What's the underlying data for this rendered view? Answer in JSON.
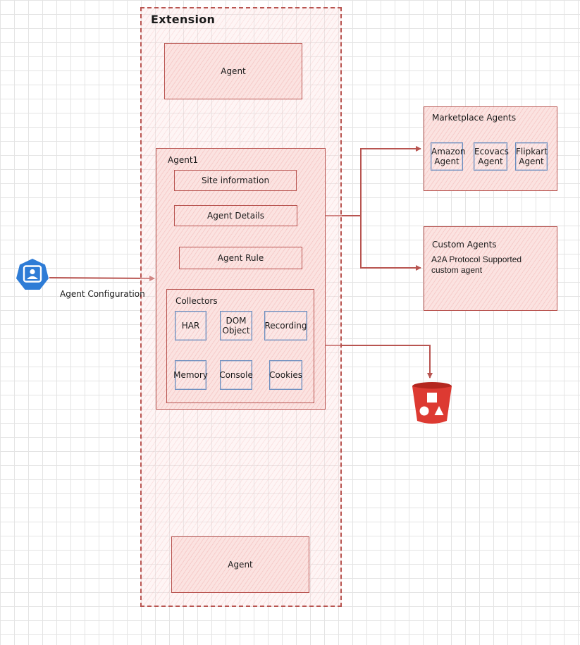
{
  "extension": {
    "title": "Extension"
  },
  "agent_top": {
    "label": "Agent"
  },
  "agent_bottom": {
    "label": "Agent"
  },
  "agent1": {
    "title": "Agent1",
    "site_information": "Site information",
    "agent_details": "Agent Details",
    "agent_rule": "Agent Rule",
    "collectors": {
      "title": "Collectors",
      "items": [
        "HAR",
        "DOM Object",
        "Recording",
        "Memory",
        "Console",
        "Cookies"
      ]
    }
  },
  "agent_configuration": {
    "label": "Agent Configuration",
    "icon": "user-profile-icon"
  },
  "marketplace": {
    "title": "Marketplace Agents",
    "items": [
      "Amazon Agent",
      "Ecovacs Agent",
      "Flipkart Agent"
    ]
  },
  "custom": {
    "title": "Custom Agents",
    "description": "A2A Protocol Supported custom agent"
  },
  "storage": {
    "icon": "storage-bucket-icon"
  },
  "colors": {
    "stroke": "#b85450",
    "fill": "#f8cecc",
    "blue_stroke": "#6c8ebf",
    "icon_blue": "#2e7cd6",
    "bucket_red": "#dd3a32"
  }
}
